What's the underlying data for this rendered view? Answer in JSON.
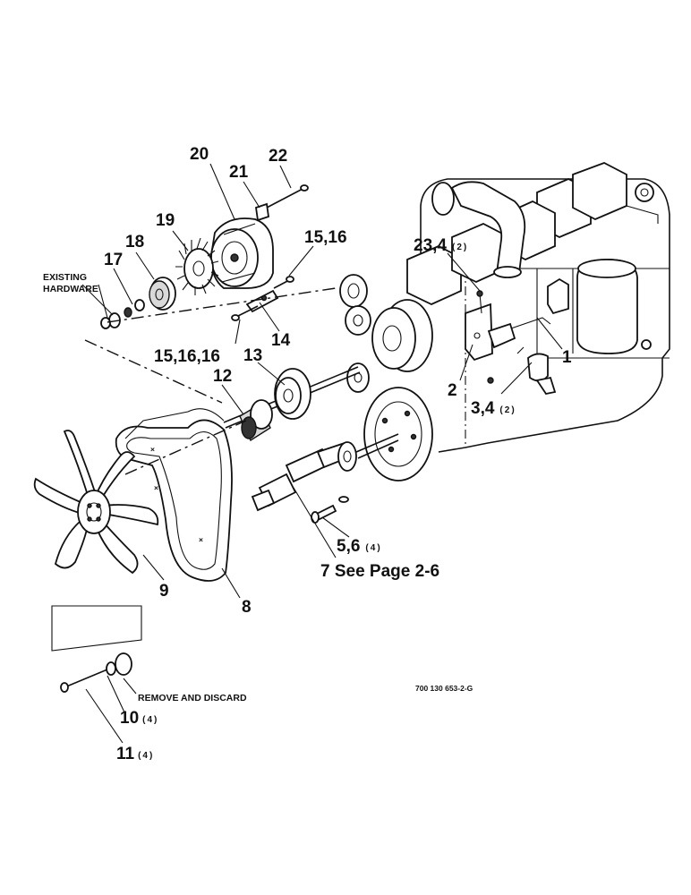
{
  "callouts": {
    "c1": "1",
    "c2": "2",
    "c3_4": "3,4",
    "c3_4_qty": "(2)",
    "c5_6": "5,6",
    "c5_6_qty": "(4)",
    "c7": "7 See Page 2-6",
    "c8": "8",
    "c9": "9",
    "c10": "10",
    "c10_qty": "(4)",
    "c11": "11",
    "c11_qty": "(4)",
    "c12": "12",
    "c13": "13",
    "c14": "14",
    "c15_16_top": "15,16",
    "c15_16_16": "15,16,16",
    "c17": "17",
    "c18": "18",
    "c19": "19",
    "c20": "20",
    "c21": "21",
    "c22": "22",
    "c23_4": "23,4",
    "c23_4_qty": "(2)"
  },
  "notes": {
    "existing_line1": "EXISTING",
    "existing_line2": "HARDWARE",
    "remove_discard": "REMOVE AND DISCARD"
  },
  "drawing_code": "700 130 653-2-G"
}
